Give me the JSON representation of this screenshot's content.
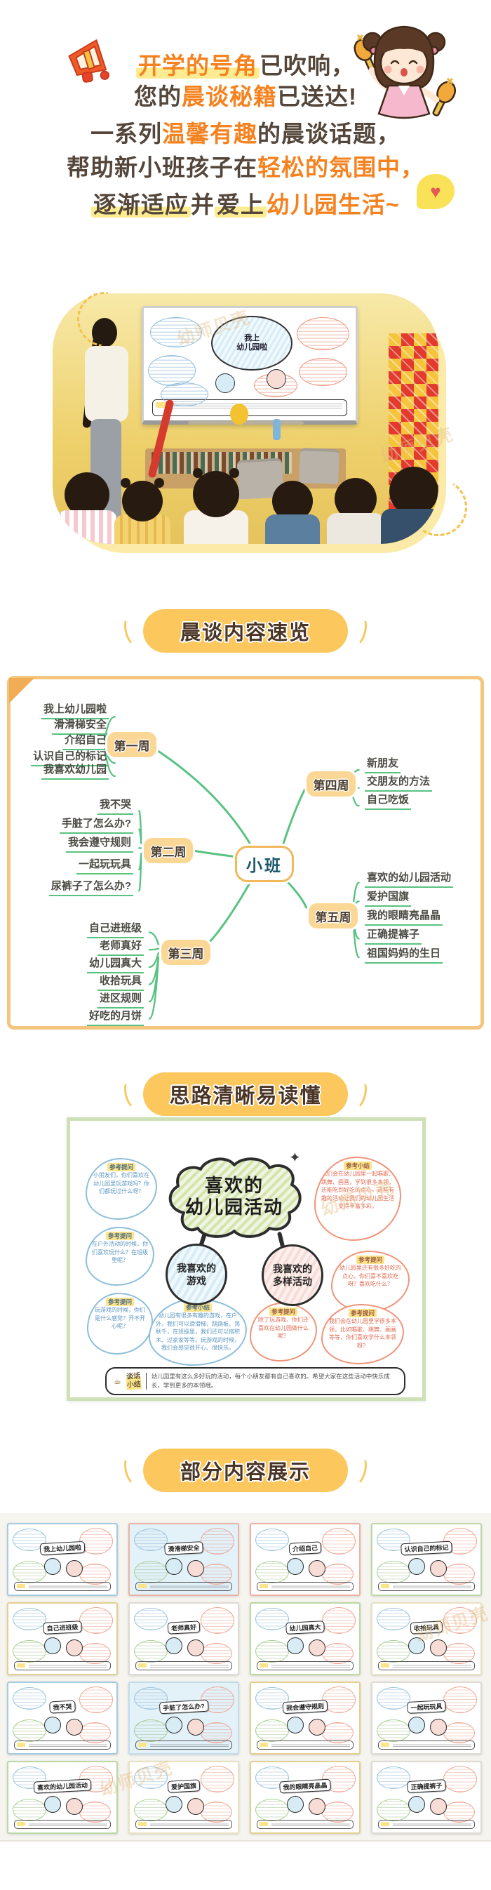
{
  "watermark": "幼师贝壳",
  "hero": {
    "line1": {
      "hl": "开学的号角",
      "rest": "已吹响，"
    },
    "line2": {
      "pre": "您的",
      "hl": "晨谈秘籍",
      "rest": "已送达!"
    },
    "line3": {
      "pre": "一系列",
      "hl": "温馨有趣",
      "rest": "的晨谈话题，"
    },
    "line4": {
      "pre": "帮助新小班孩子在",
      "hl": "轻松的氛围中，"
    },
    "line5": {
      "a": "逐渐适应",
      "b": "并",
      "c": "爱上",
      "hl": "幼儿园生活~"
    }
  },
  "photo": {
    "screen_cloud": [
      "我上",
      "幼儿园啦"
    ]
  },
  "badges": {
    "overview": "晨谈内容速览",
    "clarity": "思路清晰易读懂",
    "samples": "部分内容展示"
  },
  "mindmap1": {
    "center": "小班",
    "branches": [
      {
        "label": "第一周",
        "items": [
          "我上幼儿园啦",
          "滑滑梯安全",
          "介绍自己",
          "认识自己的标记",
          "我喜欢幼儿园"
        ]
      },
      {
        "label": "第二周",
        "items": [
          "我不哭",
          "手脏了怎么办?",
          "我会遵守规则",
          "一起玩玩具",
          "尿裤子了怎么办?"
        ]
      },
      {
        "label": "第三周",
        "items": [
          "自己进班级",
          "老师真好",
          "幼儿园真大",
          "收拾玩具",
          "进区规则",
          "好吃的月饼"
        ]
      },
      {
        "label": "第四周",
        "items": [
          "新朋友",
          "交朋友的方法",
          "自己吃饭"
        ]
      },
      {
        "label": "第五周",
        "items": [
          "喜欢的幼儿园活动",
          "爱护国旗",
          "我的眼睛亮晶晶",
          "正确提裤子",
          "祖国妈妈的生日"
        ]
      }
    ]
  },
  "mindmap2": {
    "title_lines": [
      "喜欢的",
      "幼儿园活动"
    ],
    "nodes": {
      "left": [
        "我喜欢的",
        "游戏"
      ],
      "right": [
        "我喜欢的",
        "多样活动"
      ]
    },
    "bubbles": {
      "q1": {
        "label": "参考提问",
        "text": "小朋友们，你们喜欢在幼儿园里玩游戏吗？你们都玩过什么呀？"
      },
      "q2": {
        "label": "参考提问",
        "text": "在户外活动的时候，你们喜欢玩什么？在班级里呢？"
      },
      "q3": {
        "label": "参考提问",
        "text": "玩游戏的时候，你们是什么感觉？开不开心呢？"
      },
      "s1": {
        "label": "参考小结",
        "text": "幼儿园有很多有趣的游戏，在户外，我们可以滑滑梯、跷跷板、荡秋千，在班级里，我们还可以搭积木、过家家等等。玩游戏的时候，我们会感觉很开心、很快乐。"
      },
      "s2": {
        "label": "参考小结",
        "text": "我们会在幼儿园里一起唱歌、跳舞、画画，学到很多本领，还能吃到好吃的点心。这些有趣的活动让我们的幼儿园生活变得丰富多彩。"
      },
      "q4": {
        "label": "参考提问",
        "text": "幼儿园里还有很多好吃的点心，你们喜不喜欢吃呀？喜欢吃什么？"
      },
      "q5": {
        "label": "参考提问",
        "text": "除了玩游戏，你们还喜欢在幼儿园做什么呢？"
      },
      "q6": {
        "label": "参考提问",
        "text": "我们会在幼儿园里学很多本领，比如唱歌、跳舞、画画等等，你们喜欢学什么本领呀？"
      }
    },
    "footer": {
      "label": "谈话小结",
      "text": "幼儿园里有这么多好玩的活动，每个小朋友都有自己喜欢的。希望大家在这些活动中快乐成长，学到更多的本领哦。"
    }
  },
  "samples": {
    "titles": [
      "我上幼儿园啦",
      "滑滑梯安全",
      "介绍自己",
      "认识自己的标记",
      "自己进班级",
      "老师真好",
      "幼儿园真大",
      "收拾玩具",
      "我不哭",
      "手脏了怎么办?",
      "我会遵守规则",
      "一起玩玩具",
      "喜欢的幼儿园活动",
      "爱护国旗",
      "我的眼睛亮晶晶",
      "正确提裤子"
    ]
  },
  "colors": {
    "accent_orange": "#f5821f",
    "text_brown": "#54463a",
    "badge_yellow": "#fcc75c",
    "branch_green": "#58c281",
    "frame_orange": "#f4c57c",
    "frame_green": "#cde0b6",
    "center_text_teal": "#19566b"
  }
}
